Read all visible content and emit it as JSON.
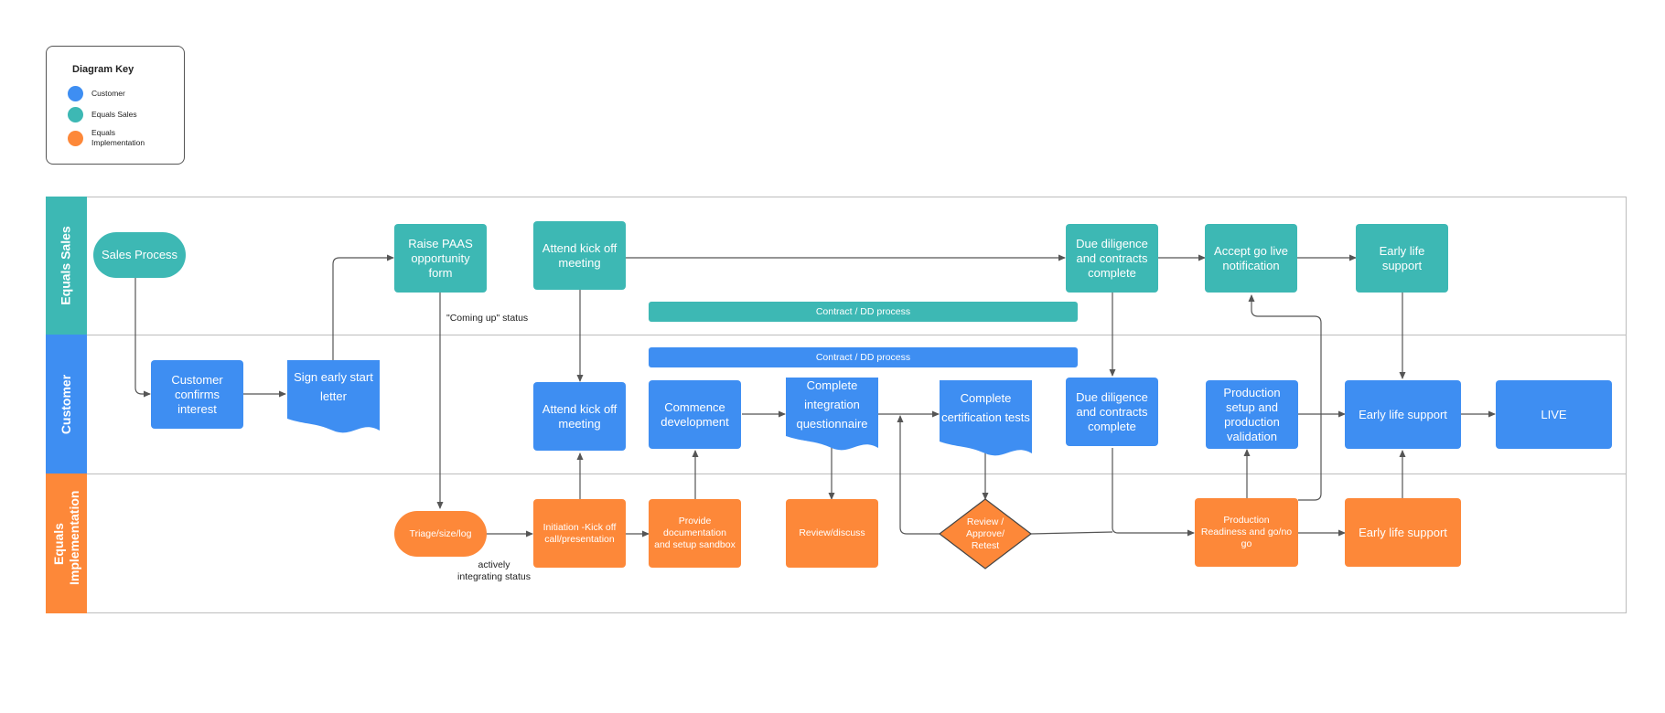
{
  "key": {
    "title": "Diagram Key",
    "items": [
      {
        "label": "Customer",
        "color": "#3e8ef2"
      },
      {
        "label": "Equals Sales",
        "color": "#3db8b4"
      },
      {
        "label": "Equals Implementation",
        "color": "#fd8839"
      }
    ]
  },
  "colors": {
    "sales": "#3db8b4",
    "customer": "#3e8ef2",
    "implementation": "#fd8839",
    "line": "#555555"
  },
  "lanes": {
    "sales": "Equals Sales",
    "customer": "Customer",
    "implementation": "Equals Implementation"
  },
  "nodes": {
    "sales_process": "Sales Process",
    "raise_paas": "Raise PAAS opportunity form",
    "attend_kickoff_sales": "Attend kick off meeting",
    "due_diligence_sales": "Due diligence and contracts complete",
    "accept_go_live": "Accept go live notification",
    "early_life_sales": "Early life support",
    "customer_confirms": "Customer confirms interest",
    "sign_letter": "Sign early start letter",
    "attend_kickoff_customer": "Attend kick off meeting",
    "commence_dev": "Commence development",
    "integration_q": "Complete integration questionnaire",
    "cert_tests": "Complete certification tests",
    "due_diligence_customer": "Due diligence and contracts complete",
    "prod_setup": "Production setup and production validation",
    "early_life_customer": "Early life support",
    "live": "LIVE",
    "triage": "Triage/size/log",
    "initiation": "Initiation -Kick off call/presentation",
    "provide_docs": "Provide documentation and setup sandbox",
    "review_discuss": "Review/discuss",
    "review_approve": "Review / Approve/ Retest",
    "prod_readiness": "Production Readiness and go/no go",
    "early_life_impl": "Early life support"
  },
  "bars": {
    "contract_sales": "Contract / DD process",
    "contract_customer": "Contract / DD process"
  },
  "notes": {
    "coming_up": "\"Coming up\" status",
    "actively_integrating": "actively integrating status"
  }
}
